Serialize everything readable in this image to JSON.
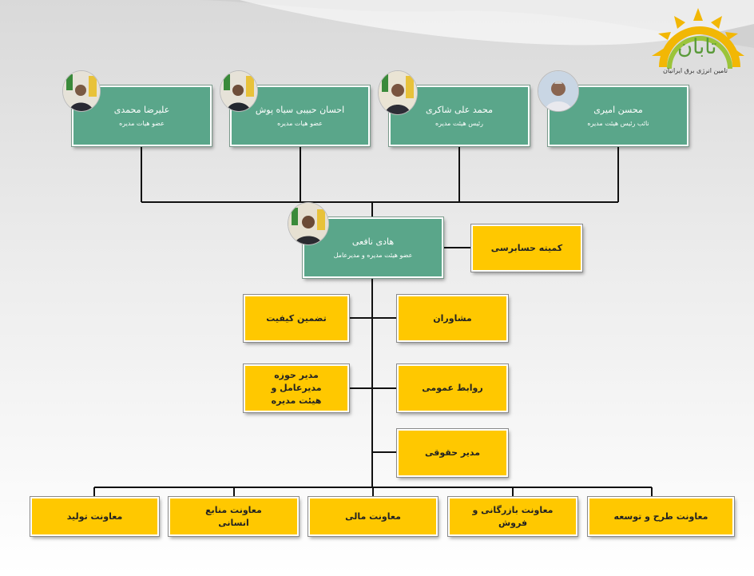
{
  "logo": {
    "name": "تابان",
    "subtitle": "تامین انرژی برق ایرانیان"
  },
  "board": [
    {
      "name": "علیرضا محمدی",
      "role": "عضو هیات مدیره"
    },
    {
      "name": "احسان حبیبی سیاه پوش",
      "role": "عضو هیات مدیره"
    },
    {
      "name": "محمد علی شاکری",
      "role": "رئیس هیئت مدیره"
    },
    {
      "name": "محسن امیری",
      "role": "نائب رئیس هیئت مدیره"
    }
  ],
  "ceo": {
    "name": "هادی نافعی",
    "role": "عضو هیئت مدیره و مدیرعامل"
  },
  "committee": "کمیته حسابرسی",
  "quality": "تضمین کیفیت",
  "advisors": "مشاوران",
  "office_head": "مدیر حوزه مدیرعامل و هیئت مدیره",
  "public_relations": "روابط عمومی",
  "legal": "مدیر حقوقی",
  "deputies": [
    "معاونت تولید",
    "معاونت منابع انسانی",
    "معاونت مالی",
    "معاونت بازرگانی و فروش",
    "معاونت طرح و توسعه"
  ]
}
